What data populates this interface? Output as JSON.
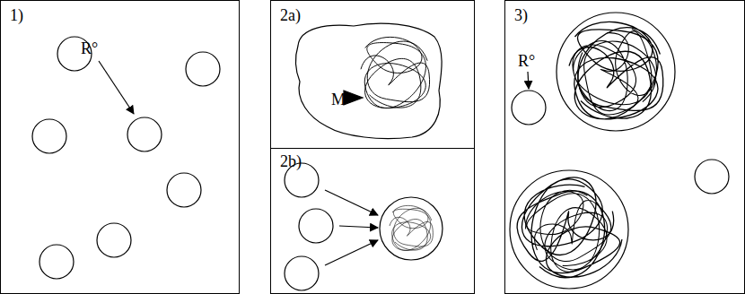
{
  "diagram": {
    "nodes": [
      {
        "text": [
          "1)"
        ]
      },
      {
        "text": [
          "2a)"
        ]
      },
      {
        "text": [
          "2b)"
        ]
      },
      {
        "text": [
          "3)"
        ]
      },
      {
        "text": [
          "M"
        ],
        "in": 1
      }
    ],
    "labels": [
      "R°",
      "R°"
    ]
  }
}
